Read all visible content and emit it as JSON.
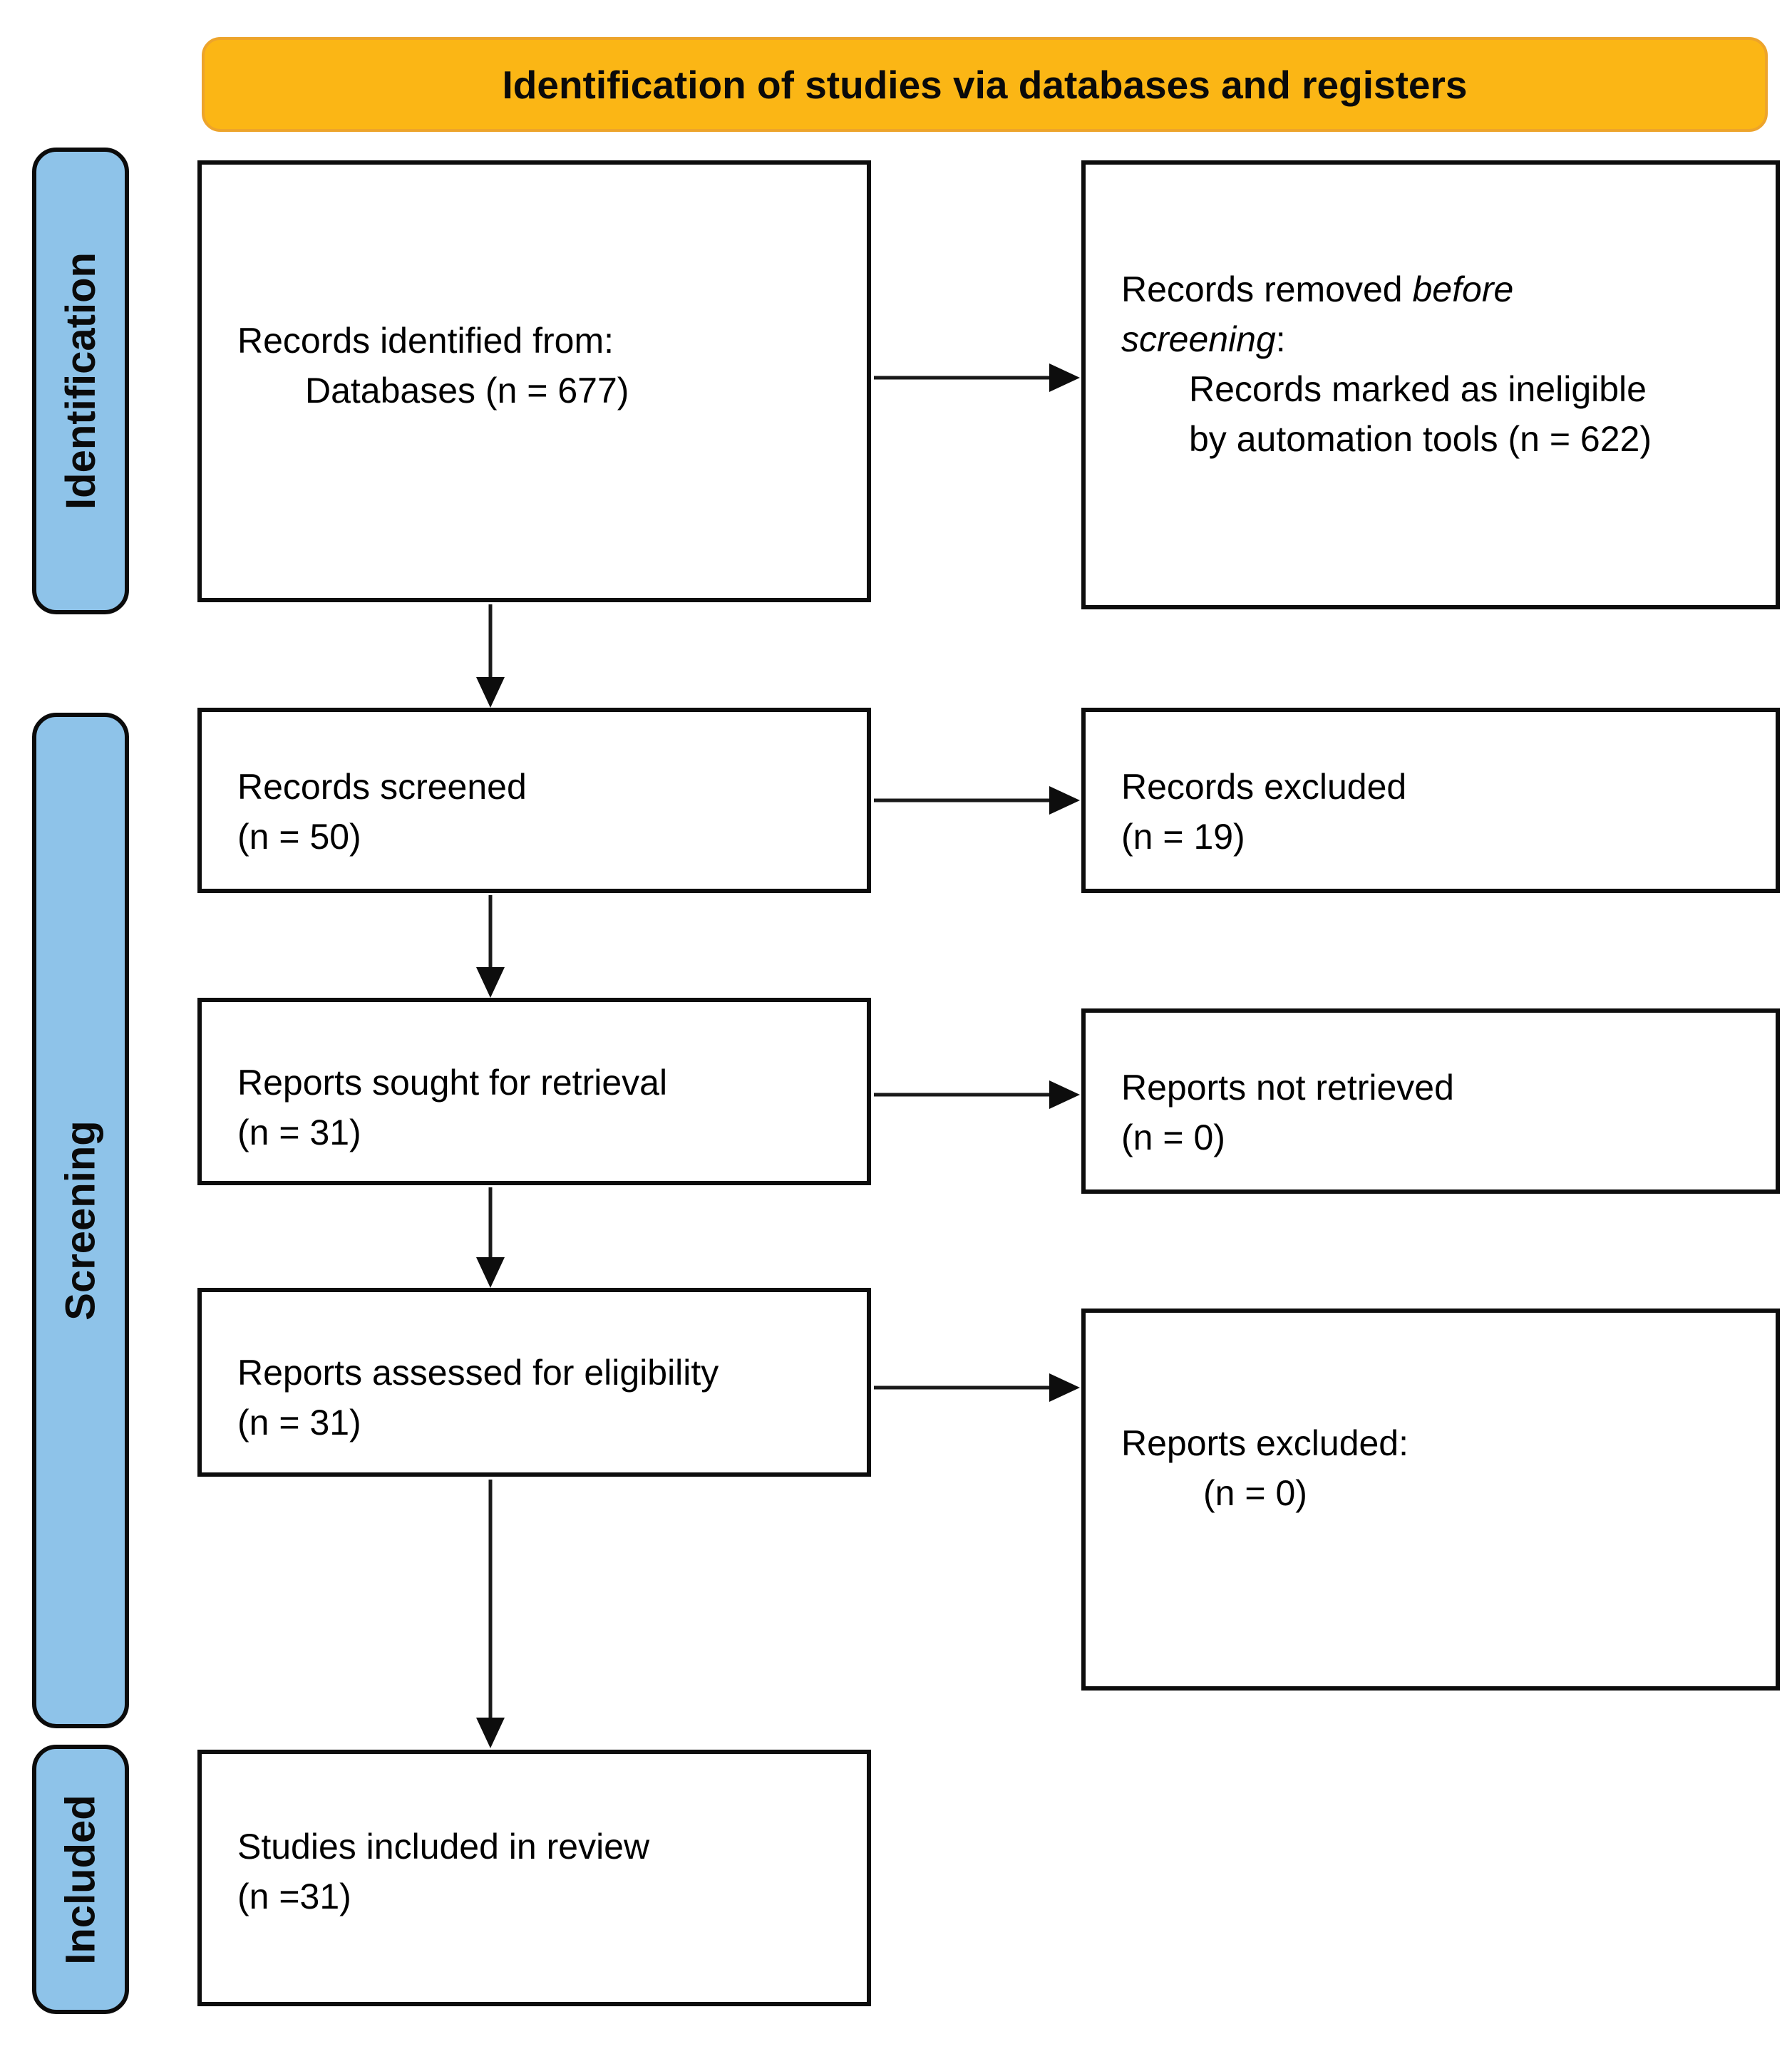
{
  "header": {
    "title": "Identification of studies via databases and registers",
    "fill_color": "#FBB615",
    "border_color": "#EDA42B"
  },
  "sidebar": {
    "identification": "Identification",
    "screening": "Screening",
    "included": "Included",
    "fill_color": "#8EC3E9"
  },
  "boxes": {
    "identified": {
      "line1": "Records identified from:",
      "line2": "Databases (n = 677)"
    },
    "removed": {
      "line1_normal": "Records removed ",
      "line1_italic": "before",
      "line2_italic": "screening",
      "line2_suffix": ":",
      "line3": "Records marked as ineligible",
      "line4": "by automation tools (n = 622)"
    },
    "screened": {
      "line1": "Records screened",
      "line2": "(n = 50)"
    },
    "records_excluded": {
      "line1": "Records excluded",
      "line2": "(n = 19)"
    },
    "sought": {
      "line1": "Reports sought for retrieval",
      "line2": "(n = 31)"
    },
    "not_retrieved": {
      "line1": "Reports not retrieved",
      "line2": "(n = 0)"
    },
    "assessed": {
      "line1": "Reports assessed for eligibility",
      "line2": "(n = 31)"
    },
    "reports_excluded": {
      "line1": "Reports excluded:",
      "line2": "(n = 0)"
    },
    "included_studies": {
      "line1": "Studies included in review",
      "line2": "(n =31)"
    }
  }
}
